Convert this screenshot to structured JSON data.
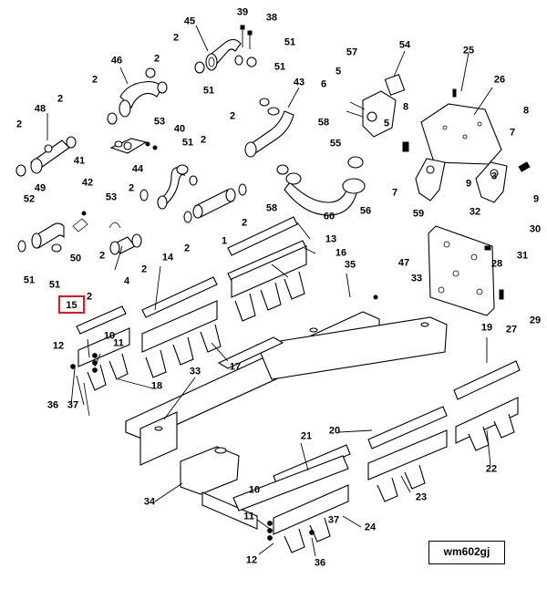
{
  "diagram": {
    "drawing_number": "wm602gj",
    "highlighted_callout": "15",
    "highlight_color": "#e8141b",
    "callouts": {
      "c45": "45",
      "c39": "39",
      "c38": "38",
      "c2a": "2",
      "c51a": "51",
      "c57": "57",
      "c54": "54",
      "c25": "25",
      "c46": "46",
      "c2b": "2",
      "c51b": "51",
      "c5a": "5",
      "c26": "26",
      "c2c": "2",
      "c6a": "6",
      "c43": "43",
      "c48": "48",
      "c2d": "2",
      "c51c": "51",
      "c2e": "2",
      "c53a": "53",
      "c40": "40",
      "c8a": "8",
      "c8b": "8",
      "c2f": "2",
      "c2g": "2",
      "c58a": "58",
      "c51d": "51",
      "c41": "41",
      "c55": "55",
      "c42": "42",
      "c44": "44",
      "c7a": "7",
      "c9a": "9",
      "c9b": "9",
      "c49": "49",
      "c53b": "53",
      "c2h": "2",
      "c2i": "2",
      "c58b": "58",
      "c60": "60",
      "c56": "56",
      "c59": "59",
      "c52": "52",
      "c3": "3",
      "c32": "32",
      "c30": "30",
      "c13": "13",
      "c1": "1",
      "c2j": "2",
      "c2k": "2",
      "c16": "16",
      "c47": "47",
      "c31": "31",
      "c51e": "51",
      "c51f": "51",
      "c50": "50",
      "c2l": "2",
      "c4": "4",
      "c2m": "2",
      "c14": "14",
      "c35": "35",
      "c28": "28",
      "c33a": "33",
      "c2n": "2",
      "c27": "27",
      "c29": "29",
      "c10a": "10",
      "c12a": "12",
      "c11a": "11",
      "c19": "19",
      "c17": "17",
      "c33b": "33",
      "c18": "18",
      "c36a": "36",
      "c37a": "37",
      "c21": "21",
      "c20": "20",
      "c22": "22",
      "c34": "34",
      "c23": "23",
      "c10b": "10",
      "c11b": "11",
      "c37b": "37",
      "c24": "24",
      "c12b": "12",
      "c36b": "36",
      "c5b": "5",
      "c7b": "7"
    }
  }
}
